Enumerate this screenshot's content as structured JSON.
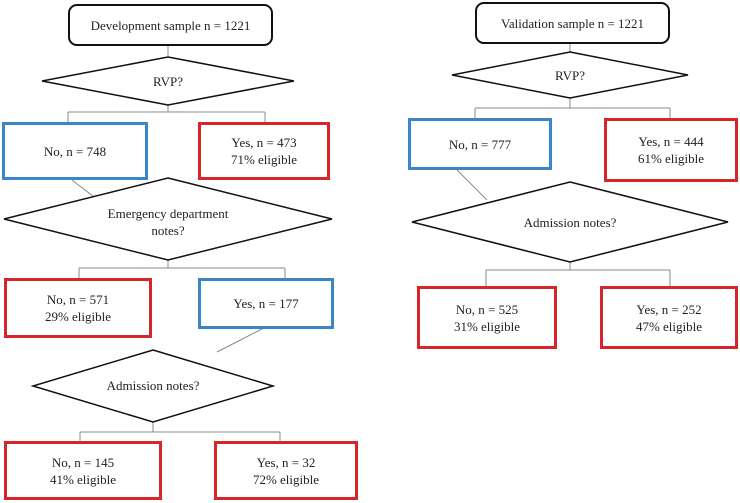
{
  "development": {
    "start": "Development sample n = 1221",
    "q1": "RVP?",
    "q1_no": "No, n = 748",
    "q1_yes": "Yes, n =  473",
    "q1_yes_elig": "71% eligible",
    "q2_line1": "Emergency department",
    "q2_line2": "notes?",
    "q2_no": "No, n = 571",
    "q2_no_elig": "29% eligible",
    "q2_yes": "Yes, n = 177",
    "q3": "Admission notes?",
    "q3_no": "No, n = 145",
    "q3_no_elig": "41% eligible",
    "q3_yes": "Yes, n = 32",
    "q3_yes_elig": "72% eligible"
  },
  "validation": {
    "start": "Validation sample n = 1221",
    "q1": "RVP?",
    "q1_no": "No, n = 777",
    "q1_yes": "Yes, n = 444",
    "q1_yes_elig": "61% eligible",
    "q2": "Admission notes?",
    "q2_no": "No, n = 525",
    "q2_no_elig": "31% eligible",
    "q2_yes": "Yes, n = 252",
    "q2_yes_elig": "47% eligible"
  },
  "colors": {
    "no_branch_border": "#3a86c8",
    "terminal_border": "#d7262b",
    "line": "#888888"
  }
}
